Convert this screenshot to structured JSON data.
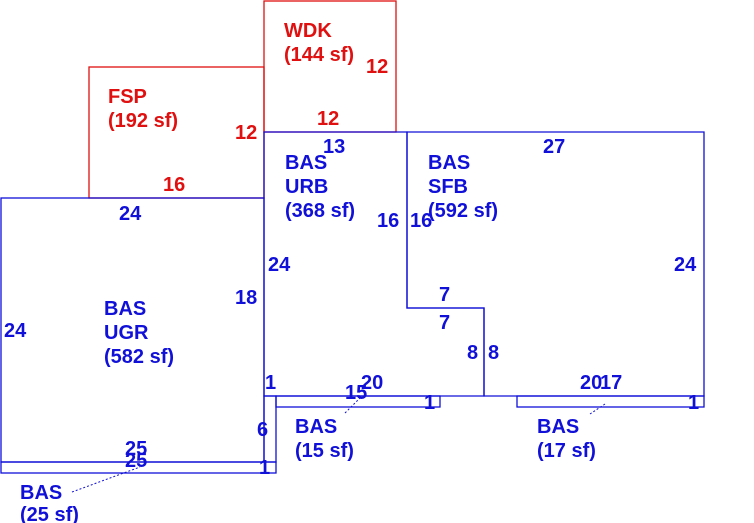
{
  "colors": {
    "living": "#1010d8",
    "exterior": "#e01010"
  },
  "areas": [
    {
      "id": "wdk",
      "line1": "WDK",
      "line2": "(144 sf)"
    },
    {
      "id": "fsp",
      "line1": "FSP",
      "line2": "(192 sf)"
    },
    {
      "id": "urb",
      "line1": "BAS",
      "line2": "URB",
      "line3": "(368 sf)"
    },
    {
      "id": "sfb",
      "line1": "BAS",
      "line2": "SFB",
      "line3": "(592 sf)"
    },
    {
      "id": "ugr",
      "line1": "BAS",
      "line2": "UGR",
      "line3": "(582 sf)"
    },
    {
      "id": "bas15",
      "line1": "BAS",
      "line2": "(15 sf)"
    },
    {
      "id": "bas17",
      "line1": "BAS",
      "line2": "(17 sf)"
    },
    {
      "id": "bas25",
      "line1": "BAS",
      "line2": "(25 sf)"
    }
  ],
  "dimensions": {
    "wdk_right": "12",
    "wdk_bottom": "12",
    "fsp_right": "12",
    "fsp_bottom": "16",
    "urb_top": "13",
    "urb_right": "16",
    "urb_left": "24",
    "sfb_top": "27",
    "sfb_left": "16",
    "sfb_right": "24",
    "sfb_notch_top": "7",
    "sfb_notch_inner": "7",
    "sfb_notch_left": "8",
    "sfb_notch_right": "8",
    "sfb_bottom_20": "20",
    "sfb_bottom_17": "17",
    "ugr_top": "24",
    "ugr_left": "24",
    "ugr_right": "18",
    "ugr_one": "1",
    "ugr_six": "6",
    "strip15_top": "15",
    "strip15_bottom": "20",
    "strip15_one": "1",
    "strip17_one": "1",
    "strip25_top": "25",
    "strip25_bottom": "25",
    "strip25_one": "1"
  }
}
